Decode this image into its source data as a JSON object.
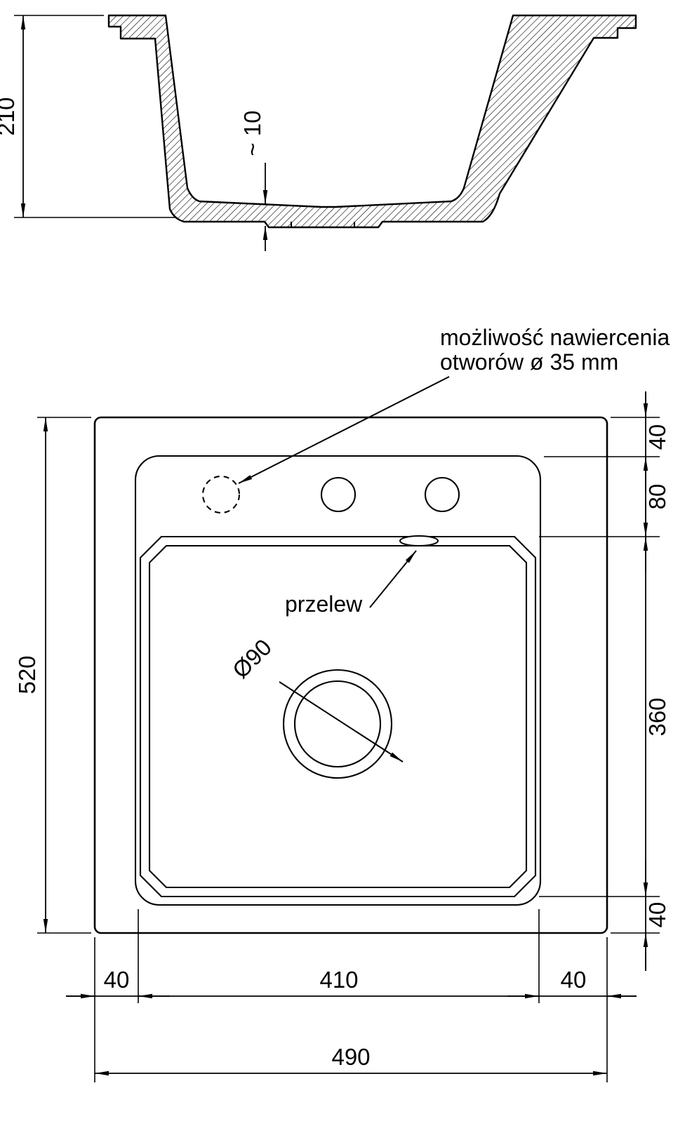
{
  "page": {
    "background": "#ffffff",
    "line_color": "#000000"
  },
  "cross_section": {
    "depth_label": "210",
    "thickness_label": "~ 10"
  },
  "plan": {
    "height_label": "520",
    "width_label": "490",
    "top_margin_label": "40",
    "holes_offset_label": "80",
    "bowl_height_label": "360",
    "bottom_margin_label": "40",
    "left_margin_label": "40",
    "bowl_width_label": "410",
    "right_margin_label": "40",
    "drain_label": "Ø90",
    "overflow_label": "przelew",
    "drill_note_line1": "możliwość nawiercenia",
    "drill_note_line2": "otworów ø 35 mm"
  }
}
